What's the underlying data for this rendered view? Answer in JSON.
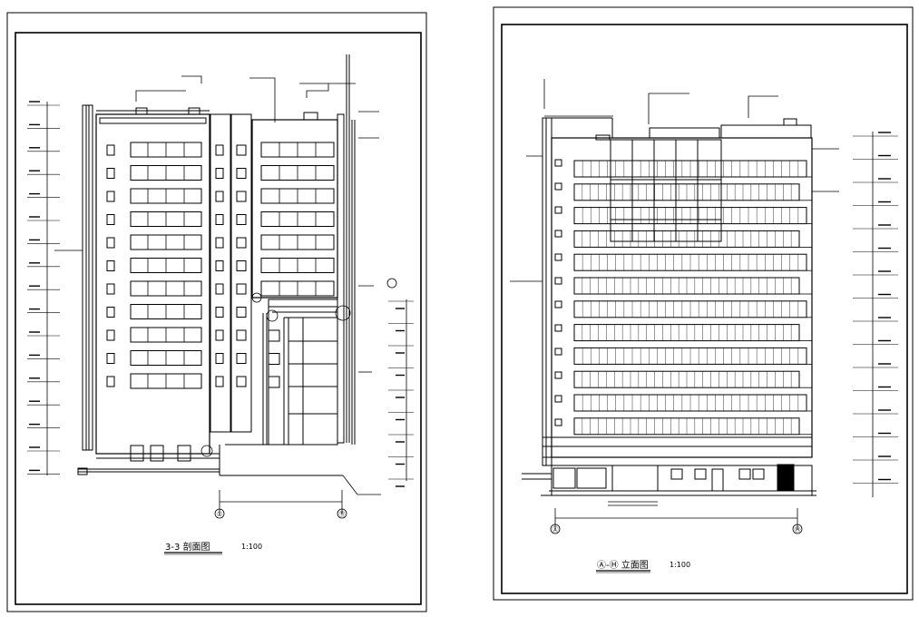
{
  "drawings": [
    {
      "id": "section-3-3",
      "title": "3-3 剖面图",
      "scale": "1:100",
      "grid_axes": [
        "①",
        "⑪"
      ]
    },
    {
      "id": "elevation",
      "title": "Ⓐ-Ⓗ 立面图",
      "scale": "1:100",
      "grid_axes": [
        "Ⓐ",
        "Ⓗ"
      ]
    }
  ]
}
